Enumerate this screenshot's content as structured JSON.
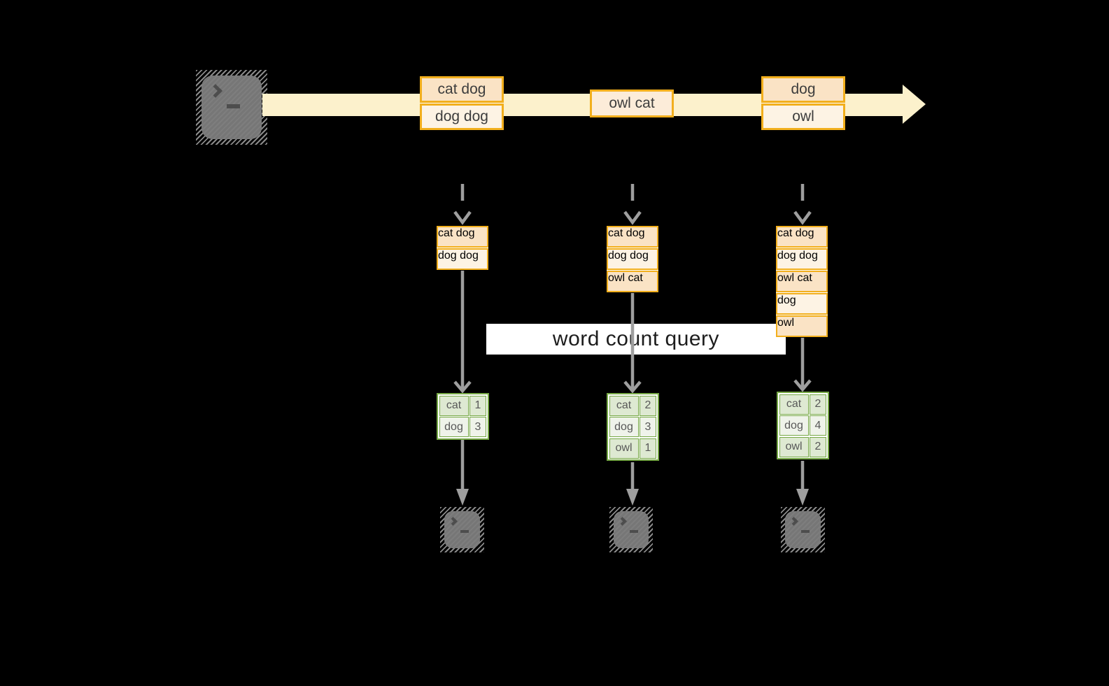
{
  "diagram": {
    "input_terminal": {
      "icon": "terminal-icon"
    },
    "stream_arrow": {
      "direction": "right"
    },
    "stream_batches": [
      {
        "rows": [
          "cat dog",
          "dog dog"
        ]
      },
      {
        "rows": [
          "owl cat"
        ]
      },
      {
        "rows": [
          "dog",
          "owl"
        ]
      }
    ],
    "micro_batches": [
      {
        "rows": [
          "cat dog",
          "dog dog"
        ]
      },
      {
        "rows": [
          "cat dog",
          "dog dog",
          "owl cat"
        ]
      },
      {
        "rows": [
          "cat dog",
          "dog dog",
          "owl cat",
          "dog",
          "owl"
        ]
      }
    ],
    "query": {
      "label": "word count query"
    },
    "result_tables": [
      {
        "rows": [
          [
            "cat",
            "1"
          ],
          [
            "dog",
            "3"
          ]
        ]
      },
      {
        "rows": [
          [
            "cat",
            "2"
          ],
          [
            "dog",
            "3"
          ],
          [
            "owl",
            "1"
          ]
        ]
      },
      {
        "rows": [
          [
            "cat",
            "2"
          ],
          [
            "dog",
            "4"
          ],
          [
            "owl",
            "2"
          ]
        ]
      }
    ],
    "output_terminals": [
      {
        "icon": "terminal-icon"
      },
      {
        "icon": "terminal-icon"
      },
      {
        "icon": "terminal-icon"
      }
    ]
  },
  "colors": {
    "orange": "#f2af1d",
    "peach": "#fae3c5",
    "cream": "#fdf3e4",
    "peach-mid": "#fcecd9",
    "arrow": "#fcf1cc",
    "green": "#76a845",
    "green-light": "#dee9d2",
    "green-lighter": "#eff3ea",
    "gray-arrow": "#9e9e9e",
    "term-gray": "#777777"
  }
}
